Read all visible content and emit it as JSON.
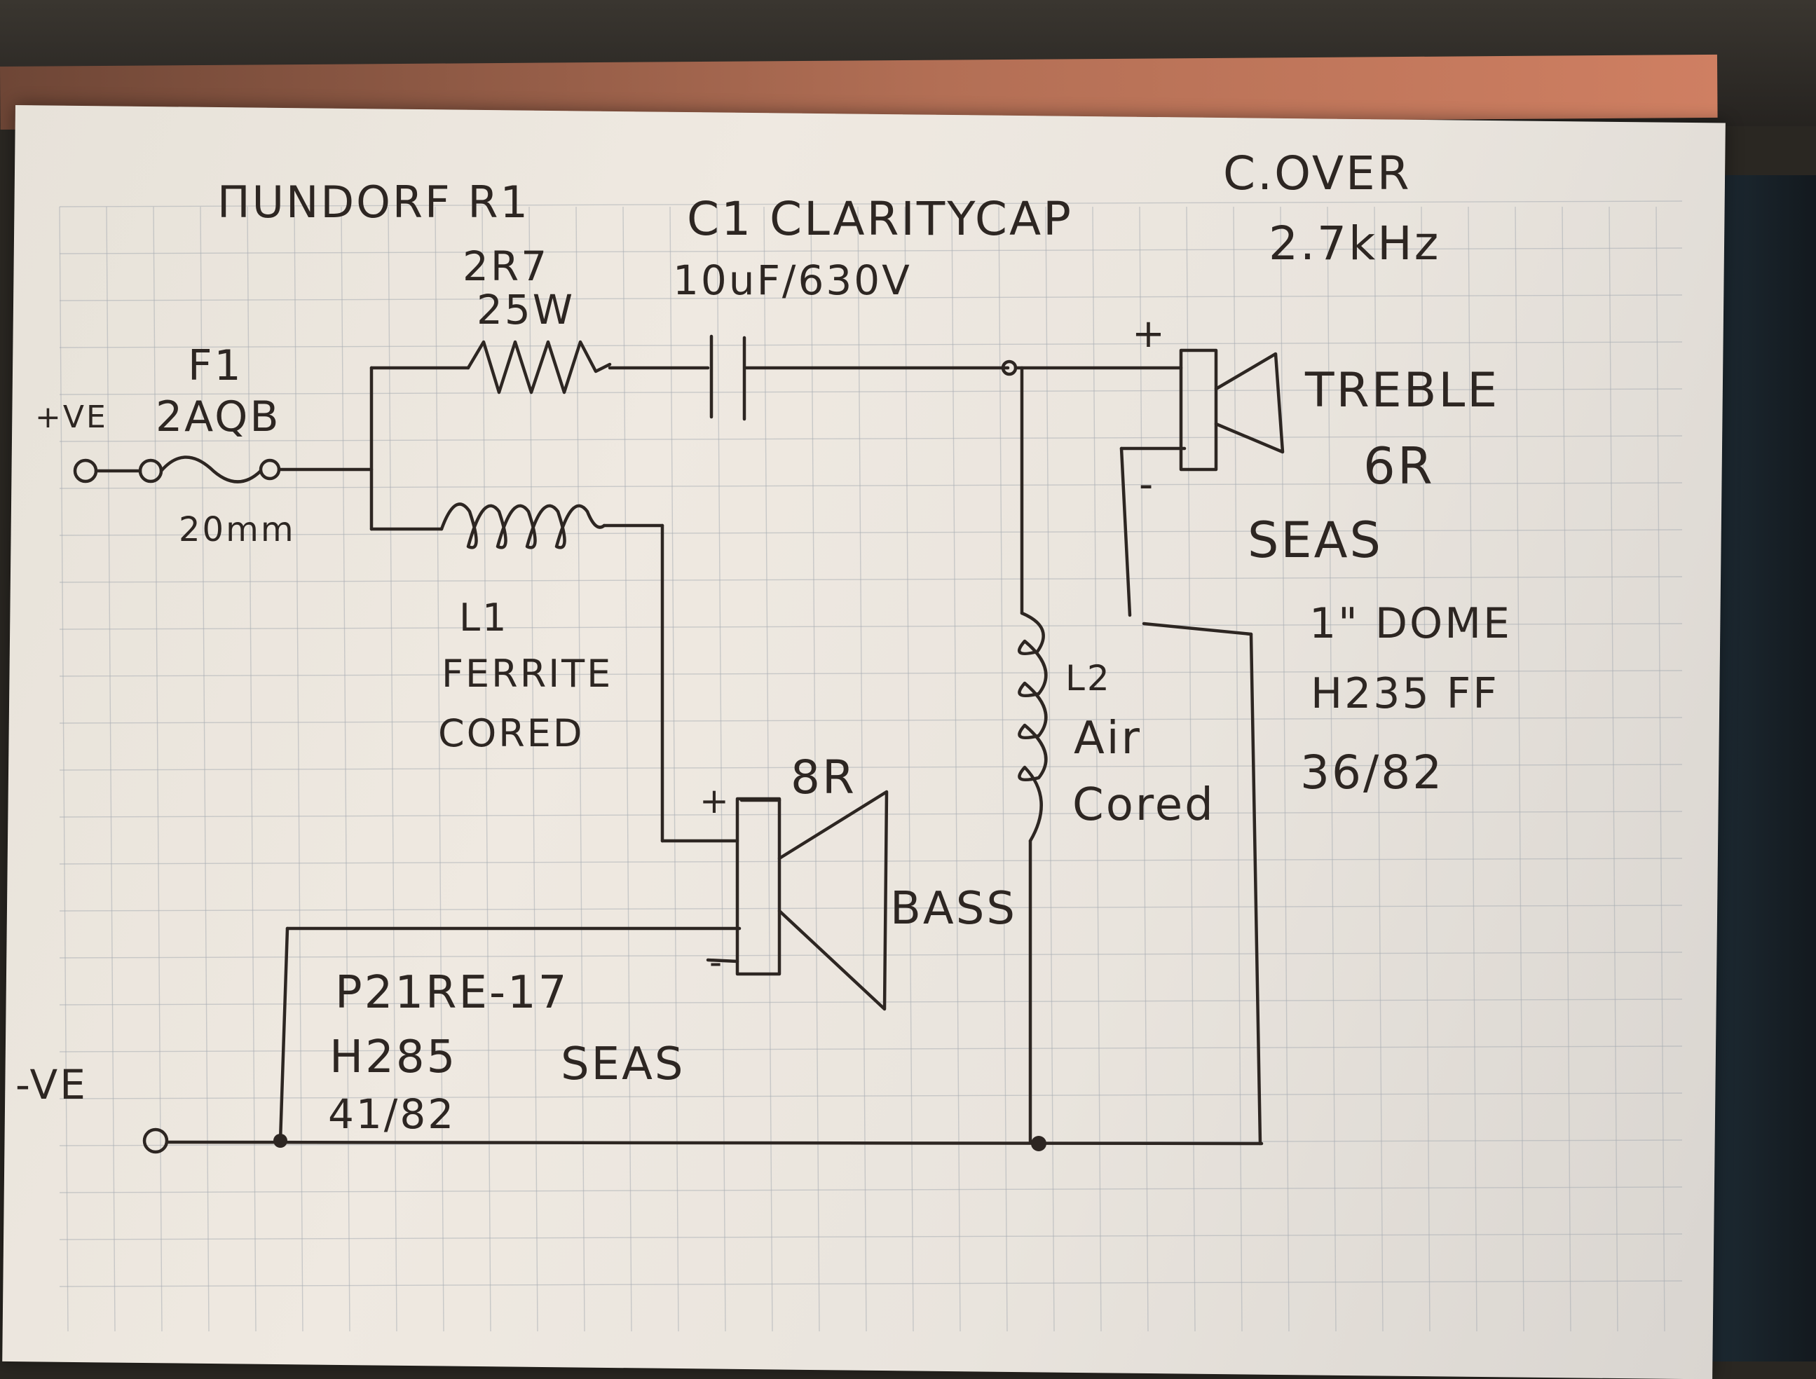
{
  "labels": {
    "mundorf": "ΠUNDORF R1",
    "clarity": "C1 CLARITYCAP",
    "crossover_1": "C.OVER",
    "crossover_2": "2.7kHz",
    "resistor_value": "2R7",
    "resistor_power": "25W",
    "cap_value": "10uF/630V",
    "fuse_name": "F1",
    "fuse_rating": "2AQB",
    "fuse_size": "20mm",
    "pos_terminal": "+VE",
    "neg_terminal": "-VE",
    "tweeter_plus": "+",
    "tweeter_minus": "-",
    "treble": "TREBLE",
    "treble_impedance": "6R",
    "treble_brand": "SEAS",
    "treble_type": "1\" DOME",
    "treble_model": "H235 FF",
    "treble_date": "36/82",
    "l1_name": "L1",
    "l1_type_1": "FERRITE",
    "l1_type_2": "CORED",
    "l2_name": "L2",
    "l2_type_1": "Air",
    "l2_type_2": "Cored",
    "bass_impedance": "8R",
    "bass_plus": "+",
    "bass_minus": "-",
    "bass": "BASS",
    "bass_part": "P21RE-17",
    "bass_model": "H285",
    "bass_brand": "SEAS",
    "bass_date": "41/82"
  }
}
